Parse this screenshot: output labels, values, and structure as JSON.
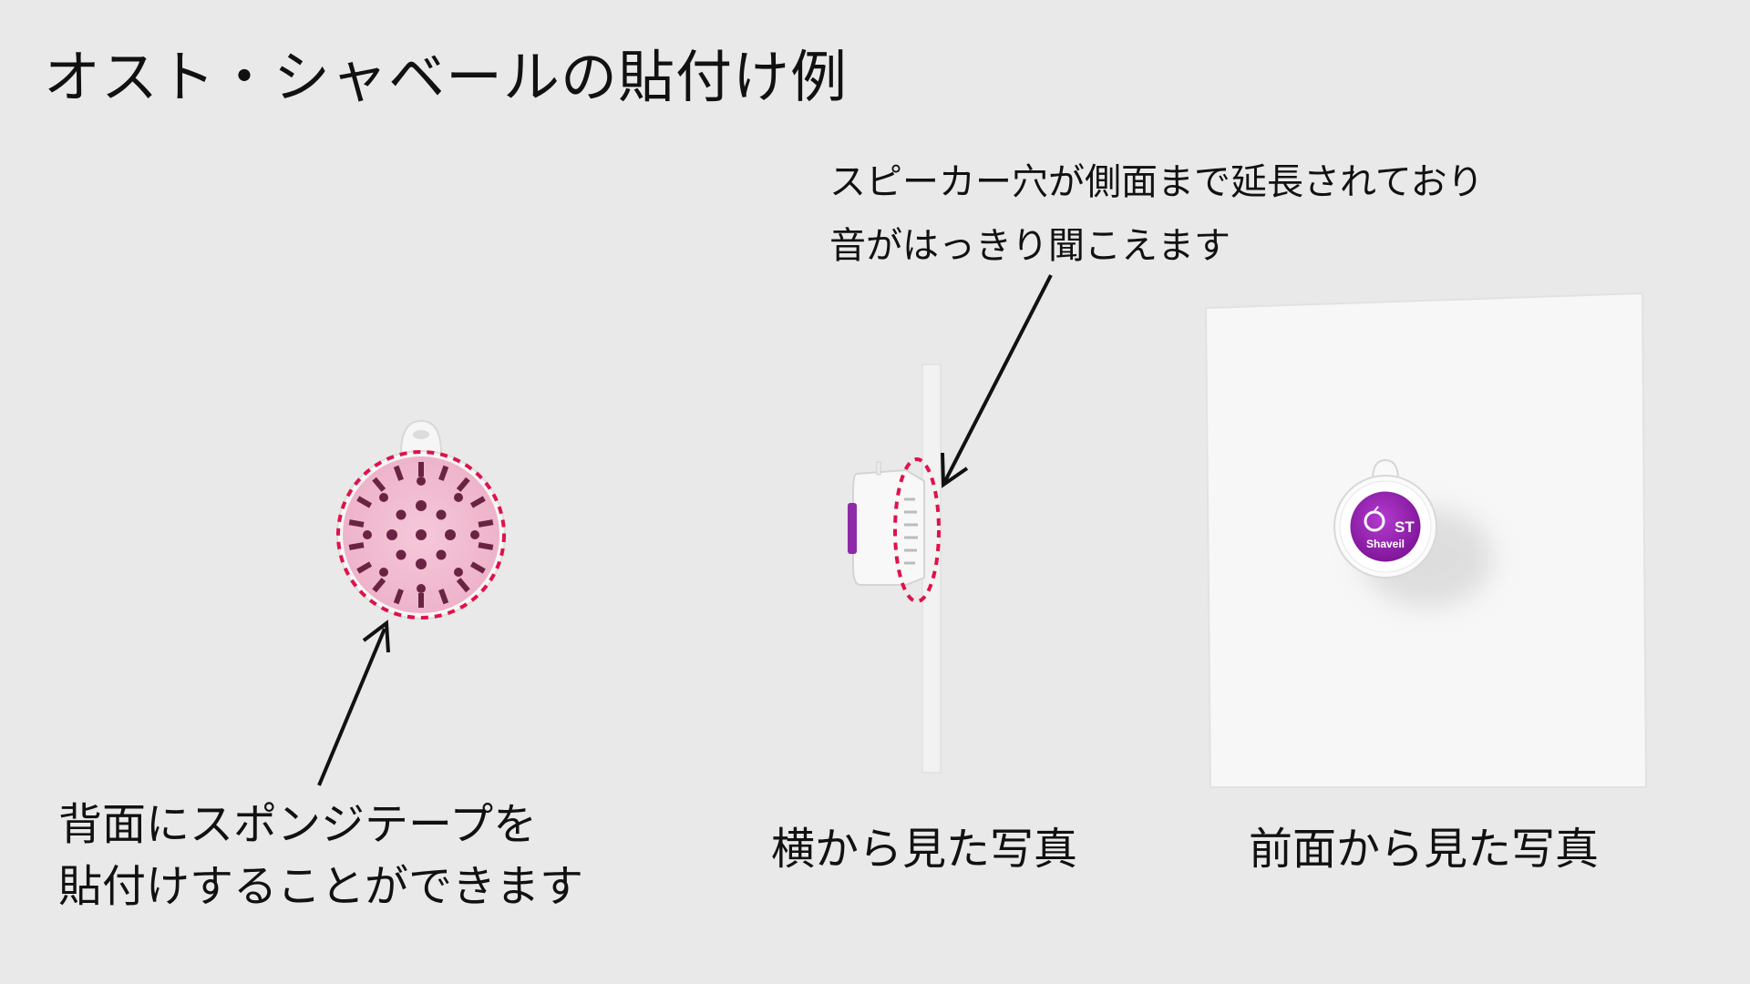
{
  "title": "オスト・シャベールの貼付け例",
  "side_annotation": {
    "line1": "スピーカー穴が側面まで延長されており",
    "line2": "音がはっきり聞こえます"
  },
  "back_annotation": {
    "line1": "背面にスポンジテープを",
    "line2": "貼付けすることができます"
  },
  "captions": {
    "side": "横から見た写真",
    "front": "前面から見た写真"
  },
  "device_logo": {
    "brand_top": "ST",
    "brand_bottom": "Shaveil"
  },
  "colors": {
    "background": "#e9e9e9",
    "sponge_pink": "#f2bfd3",
    "dash_red": "#e0124a",
    "logo_purple": "#9b1fb3"
  }
}
